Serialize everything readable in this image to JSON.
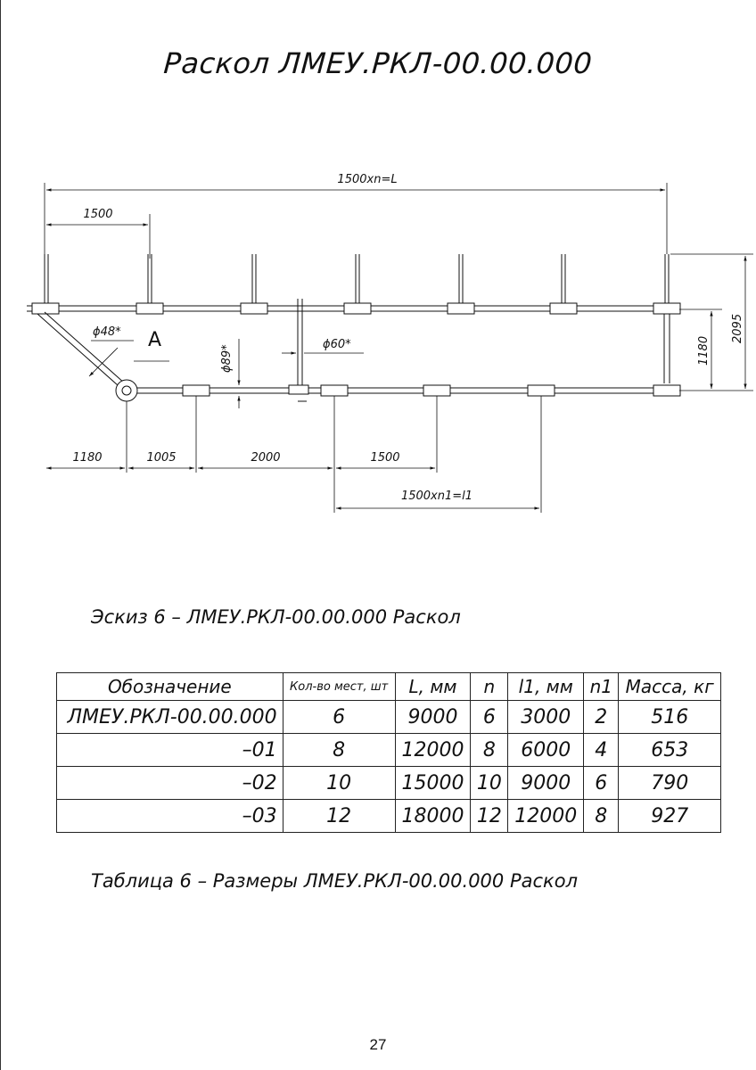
{
  "title": "Раскол ЛМЕУ.РКЛ-00.00.000",
  "drawing": {
    "dims": {
      "total_L": "1500хn=L",
      "pitch_top": "1500",
      "height_2095": "2095",
      "height_1180": "1180",
      "dia_48": "ϕ48*",
      "dia_89": "ϕ89*",
      "dia_60": "ϕ60*",
      "view_label": "А",
      "bottom_1180": "1180",
      "bottom_1005": "1005",
      "bottom_2000": "2000",
      "bottom_1500": "1500",
      "total_l1": "1500хn1=l1"
    }
  },
  "sketch_caption": "Эскиз 6 – ЛМЕУ.РКЛ-00.00.000 Раскол",
  "table": {
    "headers": [
      "Обозначение",
      "Кол-во мест, шт",
      "L, мм",
      "n",
      "l1, мм",
      "n1",
      "Масса, кг"
    ],
    "rows": [
      [
        "ЛМЕУ.РКЛ-00.00.000",
        "6",
        "9000",
        "6",
        "3000",
        "2",
        "516"
      ],
      [
        "–01",
        "8",
        "12000",
        "8",
        "6000",
        "4",
        "653"
      ],
      [
        "–02",
        "10",
        "15000",
        "10",
        "9000",
        "6",
        "790"
      ],
      [
        "–03",
        "12",
        "18000",
        "12",
        "12000",
        "8",
        "927"
      ]
    ]
  },
  "table_caption": "Таблица 6 – Размеры ЛМЕУ.РКЛ-00.00.000 Раскол",
  "page_number": "27"
}
